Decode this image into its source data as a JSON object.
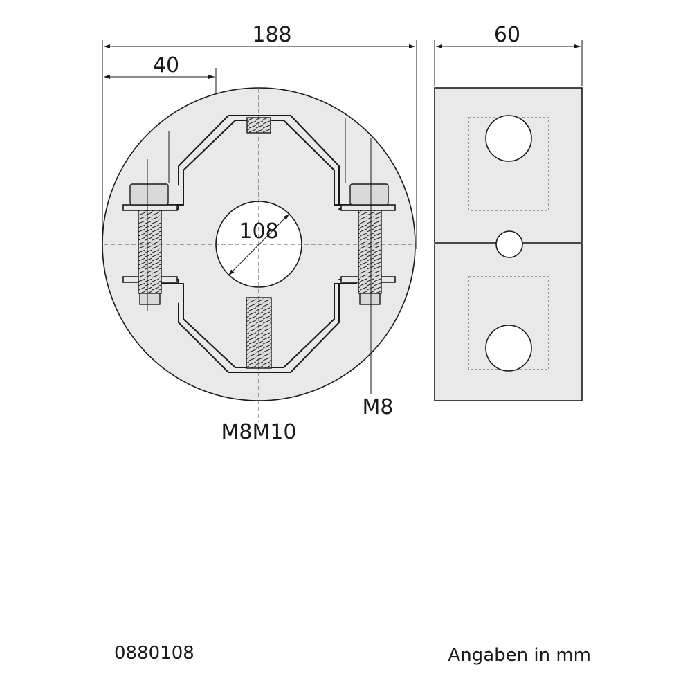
{
  "drawing": {
    "dim_overall_width": "188",
    "dim_offset": "40",
    "dim_bore": "108",
    "dim_side_width": "60",
    "label_center_thread": "M8M10",
    "label_side_bolt": "M8",
    "article_number": "0880108",
    "units_note": "Angaben in mm"
  }
}
